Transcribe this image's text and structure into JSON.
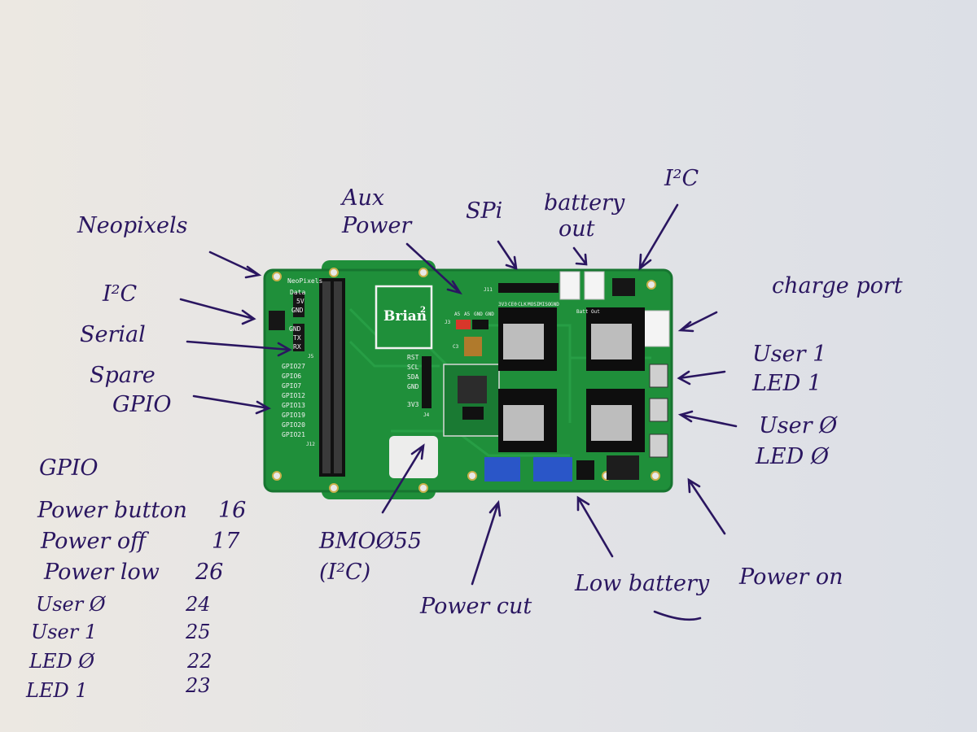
{
  "board": {
    "brand": "Brian",
    "brand_sup": "2",
    "silkscreen": {
      "neopixels_header": "NeoPixels",
      "neo_pins": [
        "Data",
        "5V",
        "GND"
      ],
      "serial_pins": [
        "GND",
        "TX",
        "RX"
      ],
      "gpio_pins": [
        "GPIO27",
        "GPIO6",
        "GPIO7",
        "GPIO12",
        "GPIO13",
        "GPIO19",
        "GPIO20",
        "GPIO21"
      ],
      "i2c_pins": [
        "RST",
        "SCL",
        "SDA",
        "GND",
        "3V3"
      ],
      "aux_pins": [
        "A5",
        "A5",
        "GND",
        "GND"
      ],
      "spi_pins": [
        "3V3",
        "CE0",
        "CLK",
        "MOSI",
        "MISO",
        "GND"
      ],
      "refs": {
        "j11": "J11",
        "j12": "J12",
        "j3": "J3",
        "j4": "J4",
        "j5": "J5",
        "c3": "C3"
      },
      "batt_out": "Batt Out"
    }
  },
  "annotations": {
    "neopixels": "Neopixels",
    "i2c_left": "I²C",
    "serial": "Serial",
    "spare_gpio_1": "Spare",
    "spare_gpio_2": "GPIO",
    "aux_power_1": "Aux",
    "aux_power_2": "Power",
    "spi": "SPi",
    "battery_out_1": "battery",
    "battery_out_2": "out",
    "i2c_top": "I²C",
    "charge_port": "charge port",
    "user1": "User 1",
    "led1": "LED 1",
    "user0": "User Ø",
    "led0": "LED Ø",
    "bmp055_1": "BMOØ55",
    "bmp055_2": "(I²C)",
    "power_cut": "Power cut",
    "low_battery": "Low battery",
    "power_on": "Power on"
  },
  "gpio_table": {
    "title": "GPIO",
    "rows": [
      {
        "label": "Power button",
        "pin": "16"
      },
      {
        "label": "Power off",
        "pin": "17"
      },
      {
        "label": "Power low",
        "pin": "26"
      },
      {
        "label": "User Ø",
        "pin": "24"
      },
      {
        "label": "User 1",
        "pin": "25"
      },
      {
        "label": "LED Ø",
        "pin": "22"
      },
      {
        "label": "LED 1",
        "pin": "23"
      }
    ]
  },
  "colors": {
    "ink": "#2a1660",
    "pcb": "#1f8f3a",
    "silkscreen": "#f2f2f2"
  }
}
